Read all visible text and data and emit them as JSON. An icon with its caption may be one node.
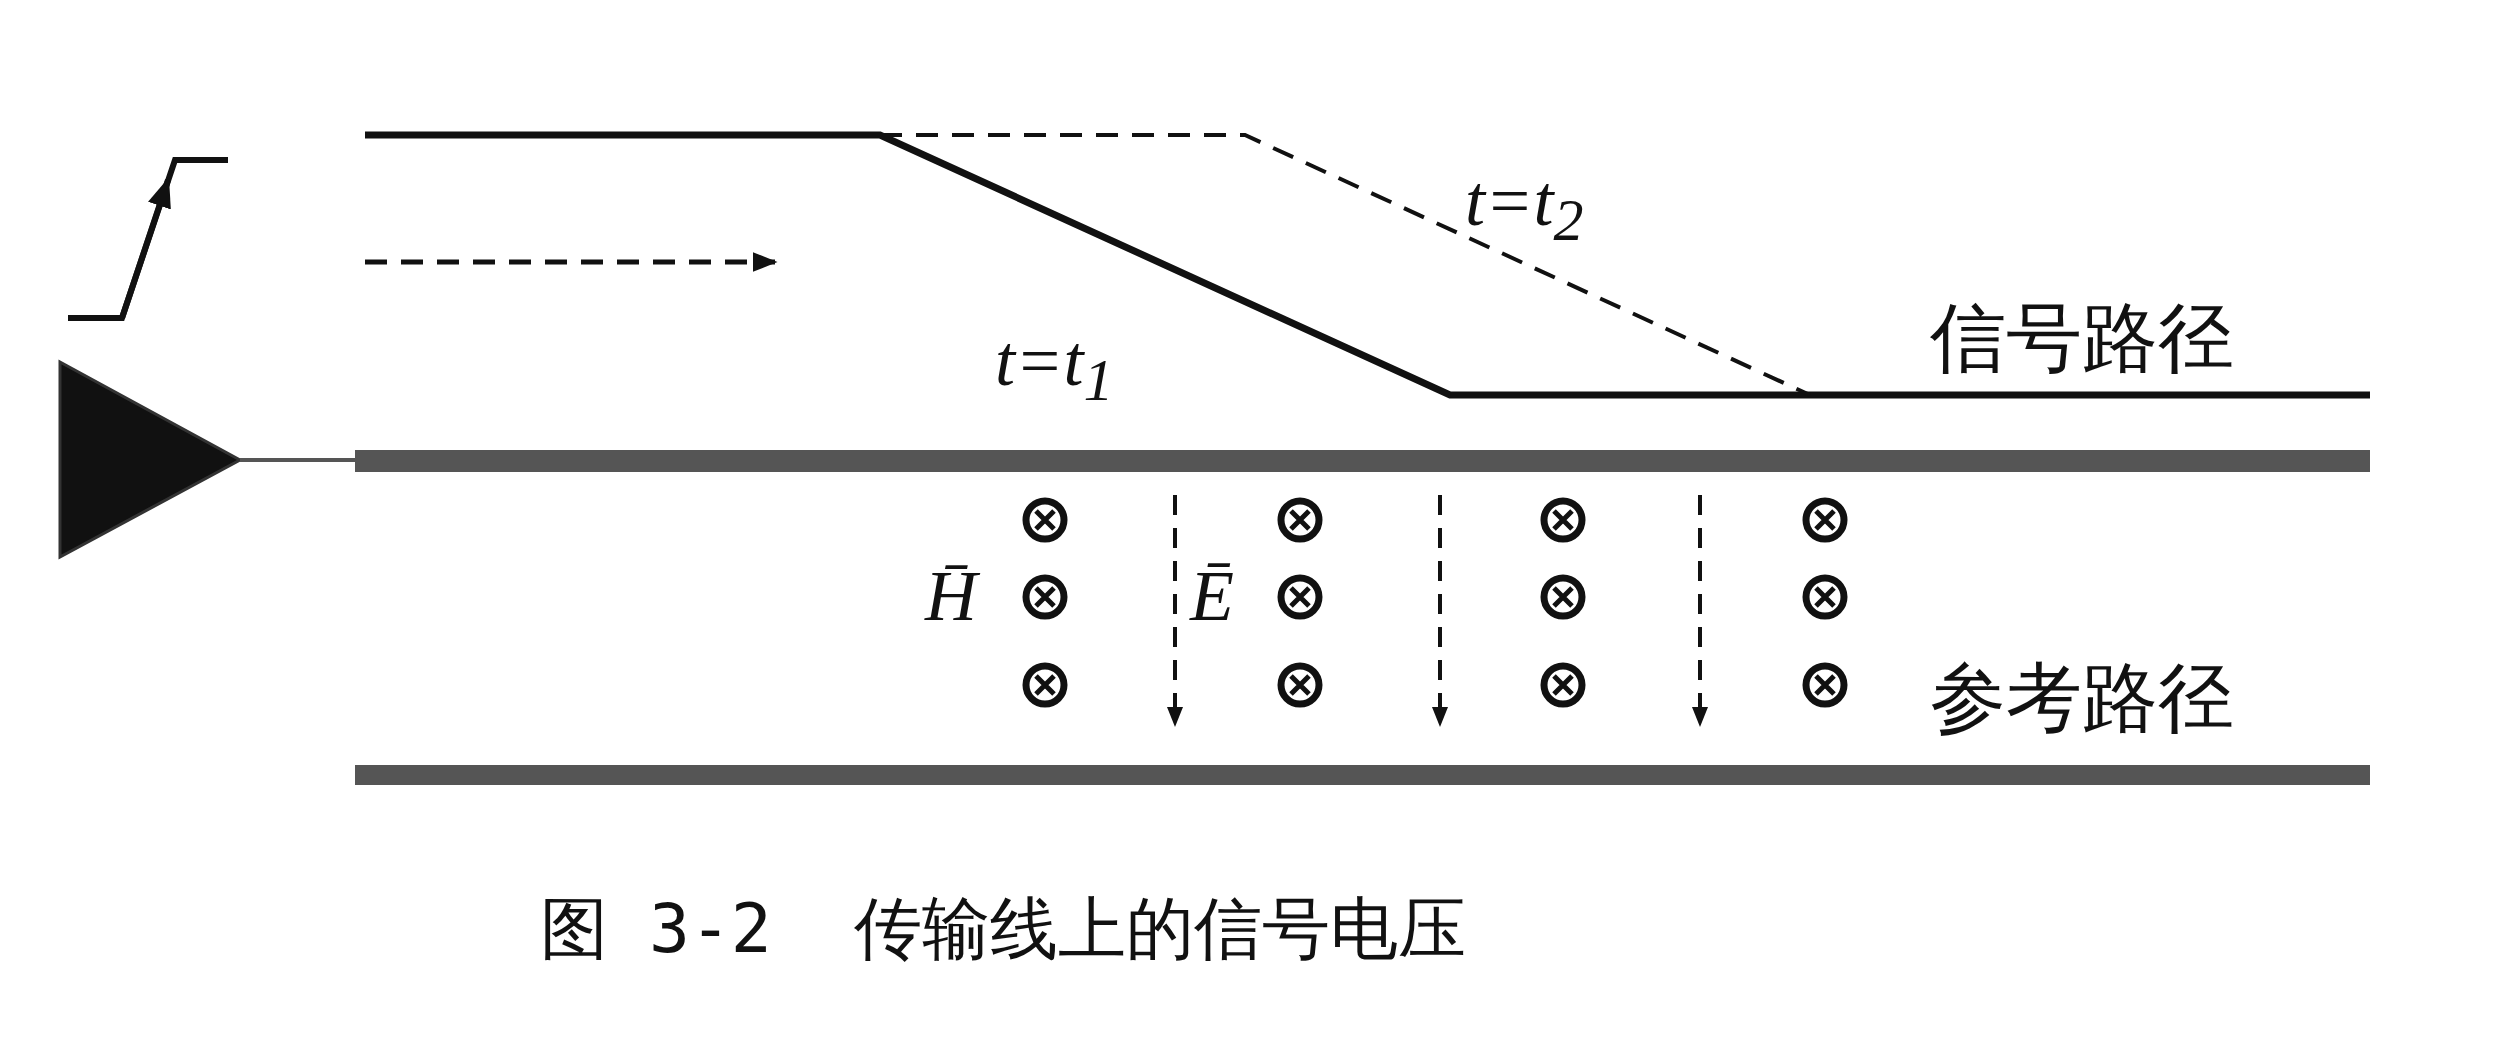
{
  "diagram": {
    "caption": "图 3-2  传输线上的信号电压",
    "labels": [
      "t=t$_{2}$",
      "t=t$_{1}$",
      "信号路径",
      "H̄",
      "Ē",
      "参考路径"
    ]
  }
}
